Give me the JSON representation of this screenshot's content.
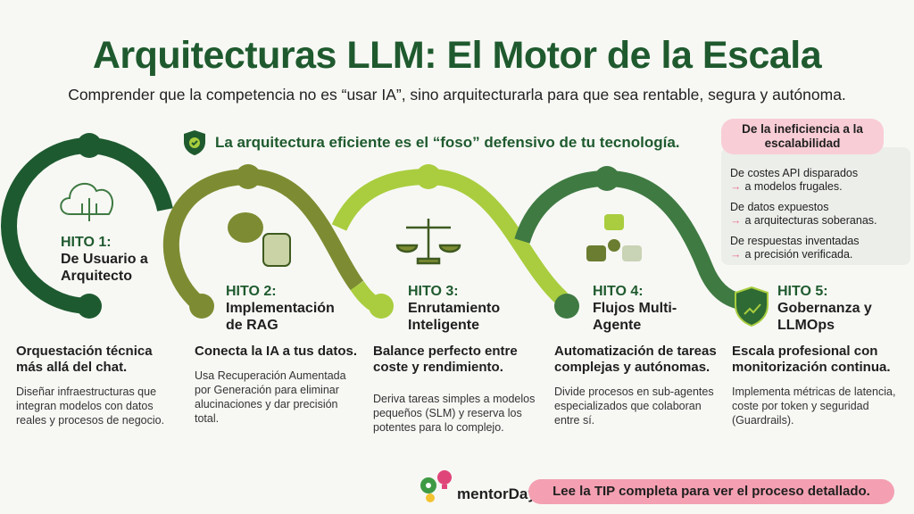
{
  "header": {
    "title": "Arquitecturas LLM: El Motor de la Escala",
    "subtitle": "Comprender que la competencia no es “usar IA”, sino arquitecturarla para que sea rentable, segura y autónoma.",
    "moat": "La arquitectura eficiente es el “foso” defensivo de tu tecnología."
  },
  "milestones": [
    {
      "num": "HITO 1:",
      "title": "De Usuario a Arquitecto",
      "heading": "Orquestación técnica más allá del chat.",
      "body": "Diseñar infraestructuras que integran modelos con datos reales y procesos de negocio.",
      "icon": "cloud-network-icon"
    },
    {
      "num": "HITO 2:",
      "title": "Implementación de RAG",
      "heading": "Conecta la IA a tus datos.",
      "body": "Usa Recuperación Aumentada por Generación para eliminar alucinaciones y dar precisión total.",
      "icon": "brain-database-icon"
    },
    {
      "num": "HITO 3:",
      "title": "Enrutamiento Inteligente",
      "heading": "Balance perfecto entre coste y rendimiento.",
      "body": "Deriva tareas simples a modelos pequeños (SLM) y reserva los potentes para lo complejo.",
      "icon": "scale-icon"
    },
    {
      "num": "HITO 4:",
      "title": "Flujos Multi-Agente",
      "heading": "Automatización de tareas complejas y autónomas.",
      "body": "Divide procesos en sub-agentes especializados que colaboran entre sí.",
      "icon": "robots-icon"
    },
    {
      "num": "HITO 5:",
      "title": "Gobernanza y LLMOps",
      "heading": "Escala profesional con monitorización continua.",
      "body": "Implementa métricas de latencia, coste por token y seguridad (Guardrails).",
      "icon": "shield-chart-icon"
    }
  ],
  "panel": {
    "title": "De la ineficiencia a la escalabilidad",
    "items": [
      {
        "from": "De costes API disparados",
        "to": "a modelos frugales."
      },
      {
        "from": "De datos expuestos",
        "to": "a arquitecturas soberanas."
      },
      {
        "from": "De respuestas inventadas",
        "to": "a precisión verificada."
      }
    ]
  },
  "footer": {
    "logo": "mentorDay",
    "cta": "Lee la TIP completa para ver el proceso detallado."
  },
  "colors": {
    "dark": "#1e5a30",
    "olive": "#7d8c32",
    "lime": "#a9cd3e",
    "mid": "#3f7a42",
    "pink": "#f4a0b2"
  }
}
